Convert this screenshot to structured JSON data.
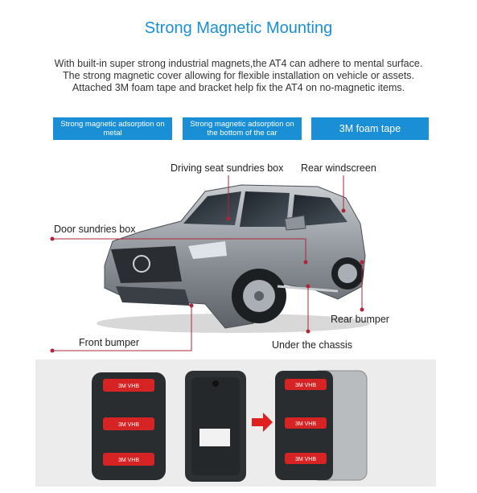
{
  "header": {
    "title": "Strong Magnetic Mounting",
    "description": [
      "With built-in super strong industrial magnets,the AT4 can adhere to mental surface.",
      "The strong magnetic cover allowing for flexible installation on vehicle or assets.",
      "Attached 3M foam tape and bracket help fix the AT4 on no-magnetic items."
    ]
  },
  "tabs": [
    {
      "label": "Strong magnetic adsorption on metal"
    },
    {
      "label": "Strong magnetic adsorption on the bottom of the car"
    },
    {
      "label": "3M foam tape"
    }
  ],
  "locations": {
    "driving_seat": "Driving seat sundries box",
    "rear_windscreen": "Rear windscreen",
    "door_box": "Door sundries box",
    "front_bumper": "Front bumper",
    "rear_bumper": "Rear bumper",
    "chassis": "Under the chassis"
  },
  "tape_text": "3M VHB",
  "colors": {
    "accent": "#1a8fd6",
    "leader_line": "#b0243a",
    "tape": "#d62424"
  }
}
